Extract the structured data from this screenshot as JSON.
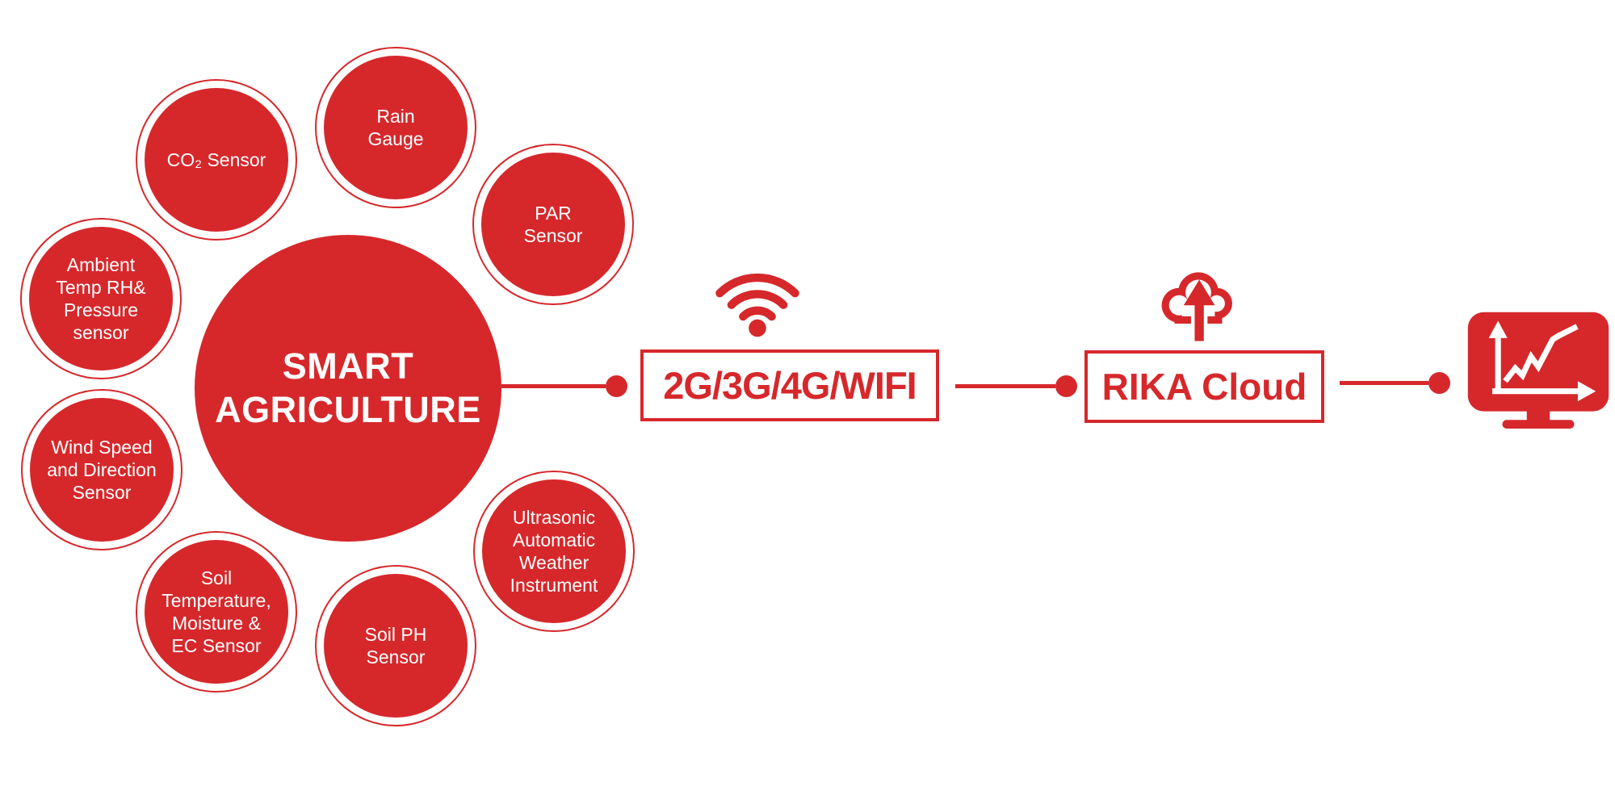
{
  "colors": {
    "red": "#d6282b",
    "white": "#ffffff"
  },
  "hub": {
    "label": "SMART\nAGRICULTURE"
  },
  "sensors": [
    {
      "id": "co2-sensor",
      "label": "CO₂ Sensor"
    },
    {
      "id": "rain-gauge",
      "label": "Rain\nGauge"
    },
    {
      "id": "par-sensor",
      "label": "PAR\nSensor"
    },
    {
      "id": "ambient-temp-rh-pressure-sensor",
      "label": "Ambient\nTemp RH&\nPressure\nsensor"
    },
    {
      "id": "wind-speed-direction-sensor",
      "label": "Wind Speed\nand Direction\nSensor"
    },
    {
      "id": "soil-temp-moisture-ec-sensor",
      "label": "Soil\nTemperature,\nMoisture &\nEC Sensor"
    },
    {
      "id": "soil-ph-sensor",
      "label": "Soil PH\nSensor"
    },
    {
      "id": "ultrasonic-weather-instrument",
      "label": "Ultrasonic\nAutomatic\nWeather\nInstrument"
    }
  ],
  "flow": {
    "network": {
      "label": "2G/3G/4G/WIFI",
      "icon": "wifi-icon"
    },
    "cloud": {
      "label": "RIKA Cloud",
      "icon": "cloud-upload-icon"
    },
    "display": {
      "icon": "monitor-chart-icon"
    }
  }
}
